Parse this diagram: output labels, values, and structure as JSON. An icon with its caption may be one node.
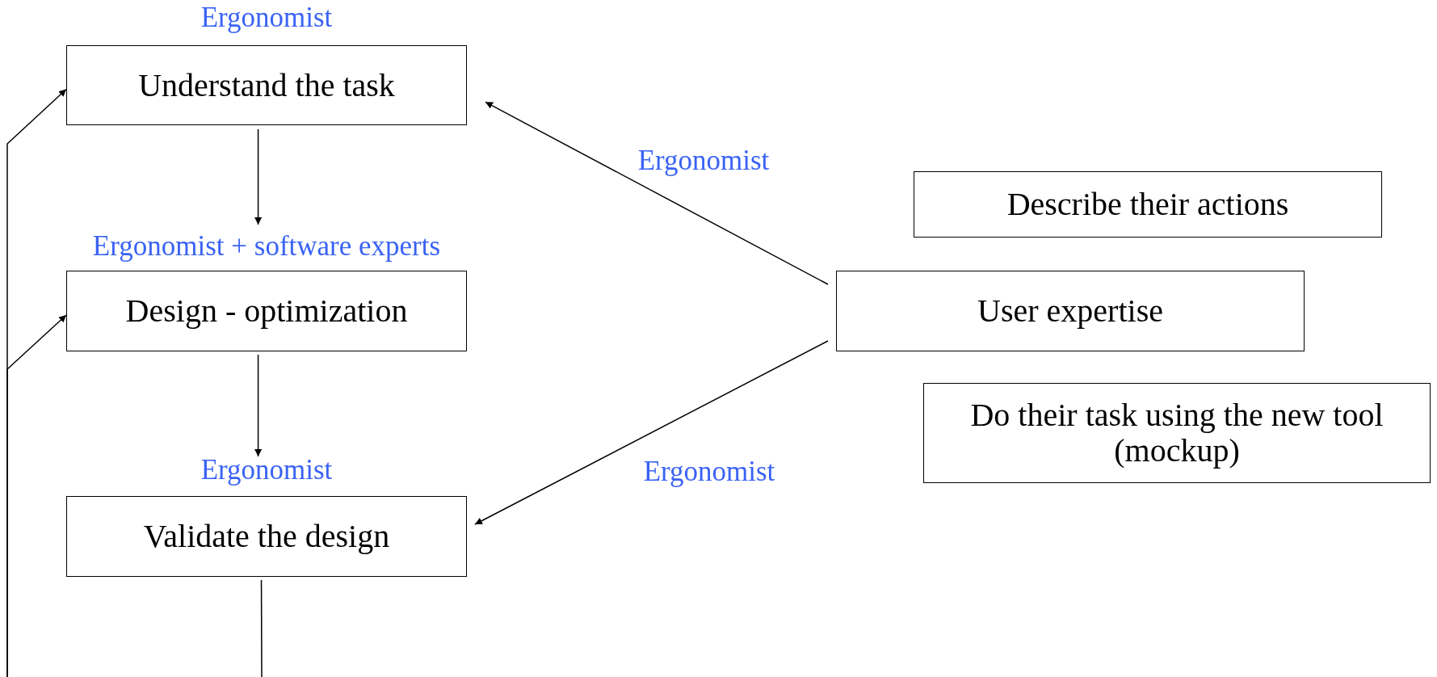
{
  "diagram": {
    "nodes": [
      {
        "text": [
          "Ergonomist",
          "Understand the task"
        ]
      },
      {
        "text": [
          "Ergonomist + software experts",
          "Design - optimization"
        ]
      },
      {
        "text": [
          "Ergonomist",
          "Validate the design"
        ]
      },
      {
        "text": [
          "Describe their actions"
        ]
      },
      {
        "text": [
          "User expertise"
        ]
      },
      {
        "text": [
          "Do their task using the new tool (mockup)"
        ]
      }
    ],
    "edges": [
      {
        "from": 0,
        "to": 1,
        "arrow": "to"
      },
      {
        "from": 1,
        "to": 2,
        "arrow": "to"
      },
      {
        "from": 4,
        "to": 0,
        "arrow": "to",
        "label": "Ergonomist"
      },
      {
        "from": 4,
        "to": 2,
        "arrow": "to",
        "label": "Ergonomist"
      },
      {
        "from": 2,
        "to": null,
        "arrow": "none"
      },
      {
        "from": null,
        "to": 0,
        "arrow": "to"
      },
      {
        "from": null,
        "to": 1,
        "arrow": "to"
      }
    ]
  }
}
